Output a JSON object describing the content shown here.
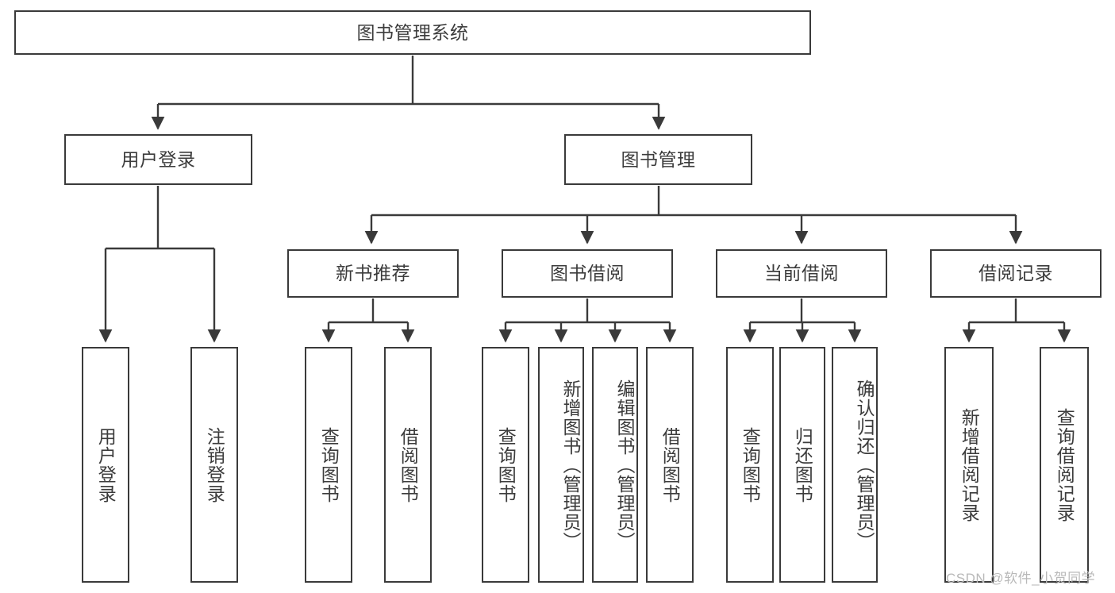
{
  "diagram": {
    "title": "图书管理系统",
    "type": "tree-hierarchy-chart",
    "colors": {
      "stroke": "#3a3a3a",
      "text": "#3c3c3c",
      "background": "#ffffff",
      "watermark": "#b9b9b9"
    },
    "root": {
      "label": "图书管理系统"
    },
    "level2": [
      {
        "label": "用户登录"
      },
      {
        "label": "图书管理"
      }
    ],
    "level3": [
      {
        "label": "新书推荐"
      },
      {
        "label": "图书借阅"
      },
      {
        "label": "当前借阅"
      },
      {
        "label": "借阅记录"
      }
    ],
    "leaves": {
      "user_login": [
        {
          "label": "用户登录"
        },
        {
          "label": "注销登录"
        }
      ],
      "new_book_recommend": [
        {
          "label": "查询图书"
        },
        {
          "label": "借阅图书"
        }
      ],
      "book_borrow": [
        {
          "label": "查询图书"
        },
        {
          "label": "新增图书（管理员）"
        },
        {
          "label": "编辑图书（管理员）"
        },
        {
          "label": "借阅图书"
        }
      ],
      "current_borrow": [
        {
          "label": "查询图书"
        },
        {
          "label": "归还图书"
        },
        {
          "label": "确认归还（管理员）"
        }
      ],
      "borrow_record": [
        {
          "label": "新增借阅记录"
        },
        {
          "label": "查询借阅记录"
        }
      ]
    }
  },
  "watermark": {
    "text": "CSDN @软件_小贺同学"
  }
}
